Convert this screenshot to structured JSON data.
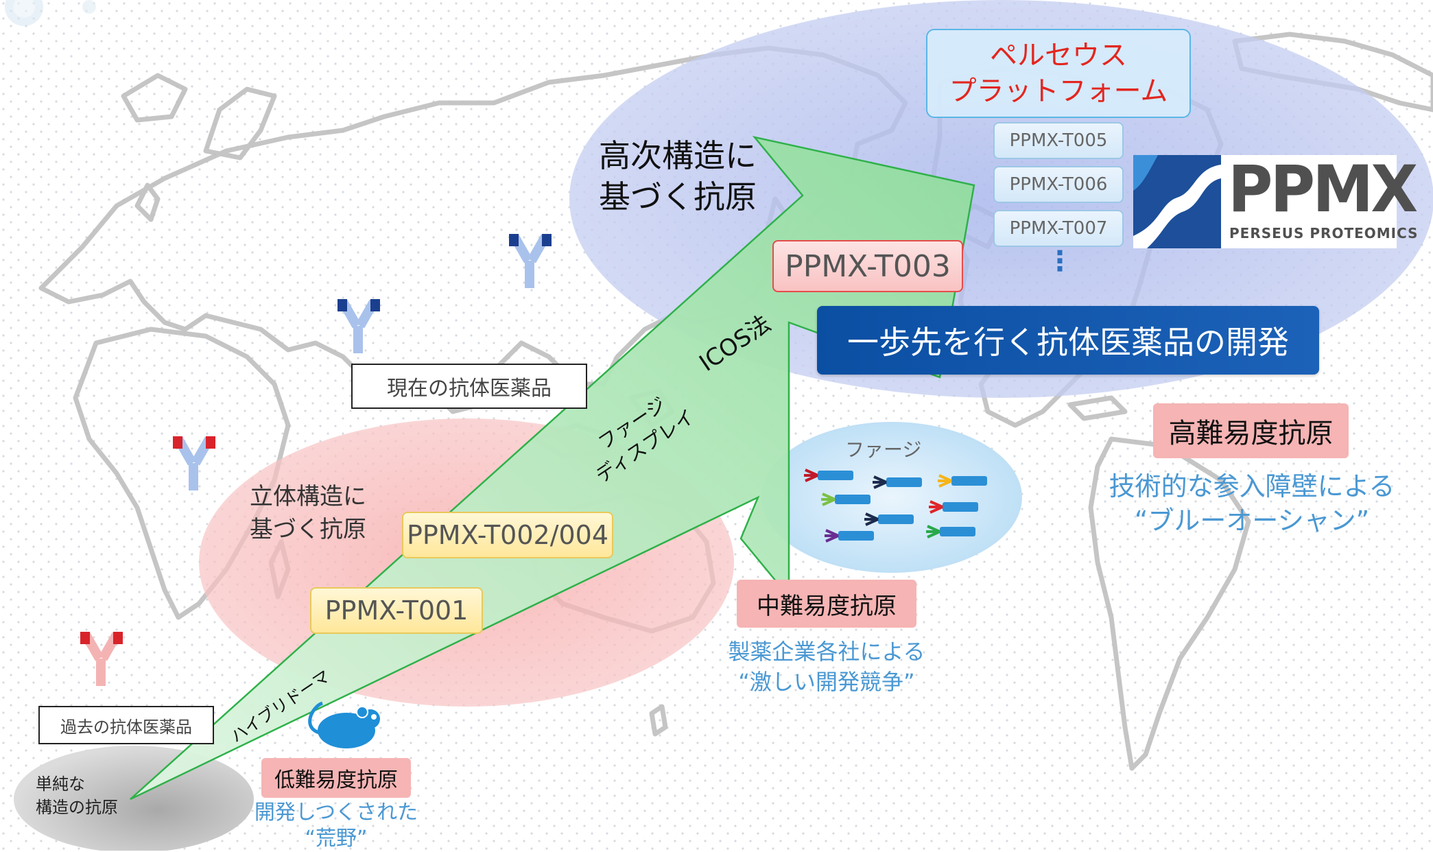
{
  "platform": {
    "line1": "ペルセウス",
    "line2": "プラットフォーム"
  },
  "platform_items": [
    "PPMX-T005",
    "PPMX-T006",
    "PPMX-T007"
  ],
  "ellipsis": "⋮",
  "logo": {
    "mark_text": "PPMX",
    "sub_text": "PERSEUS PROTEOMICS"
  },
  "higher_structure": {
    "line1": "高次構造に",
    "line2": "基づく抗原"
  },
  "three_d_structure": {
    "line1": "立体構造に",
    "line2": "基づく抗原"
  },
  "simple_structure": {
    "line1": "単純な",
    "line2": "構造の抗原"
  },
  "tags": {
    "t003": "PPMX-T003",
    "t002": "PPMX-T002/004",
    "t001": "PPMX-T001"
  },
  "banner": "一歩先を行く抗体医薬品の開発",
  "methods": {
    "icos": "ICOS法",
    "phage_line1": "ファージ",
    "phage_line2": "ディスプレイ",
    "hybridoma": "ハイブリドーマ"
  },
  "phage_label": "ファージ",
  "current_drugs": "現在の抗体医薬品",
  "past_drugs": "過去の抗体医薬品",
  "high": {
    "title": "高難易度抗原",
    "desc1": "技術的な参入障壁による",
    "desc2": "“ブルーオーシャン”"
  },
  "mid": {
    "title": "中難易度抗原",
    "desc1": "製薬企業各社による",
    "desc2": "“激しい開発競争”"
  },
  "low": {
    "title": "低難易度抗原",
    "desc1": "開発しつくされた",
    "desc2": "“荒野”"
  },
  "colors": {
    "accent_blue": "#0b4fa3",
    "red_text": "#e02020",
    "arrow_green": "#9ee3a8",
    "desc_blue": "#4a98d3"
  }
}
